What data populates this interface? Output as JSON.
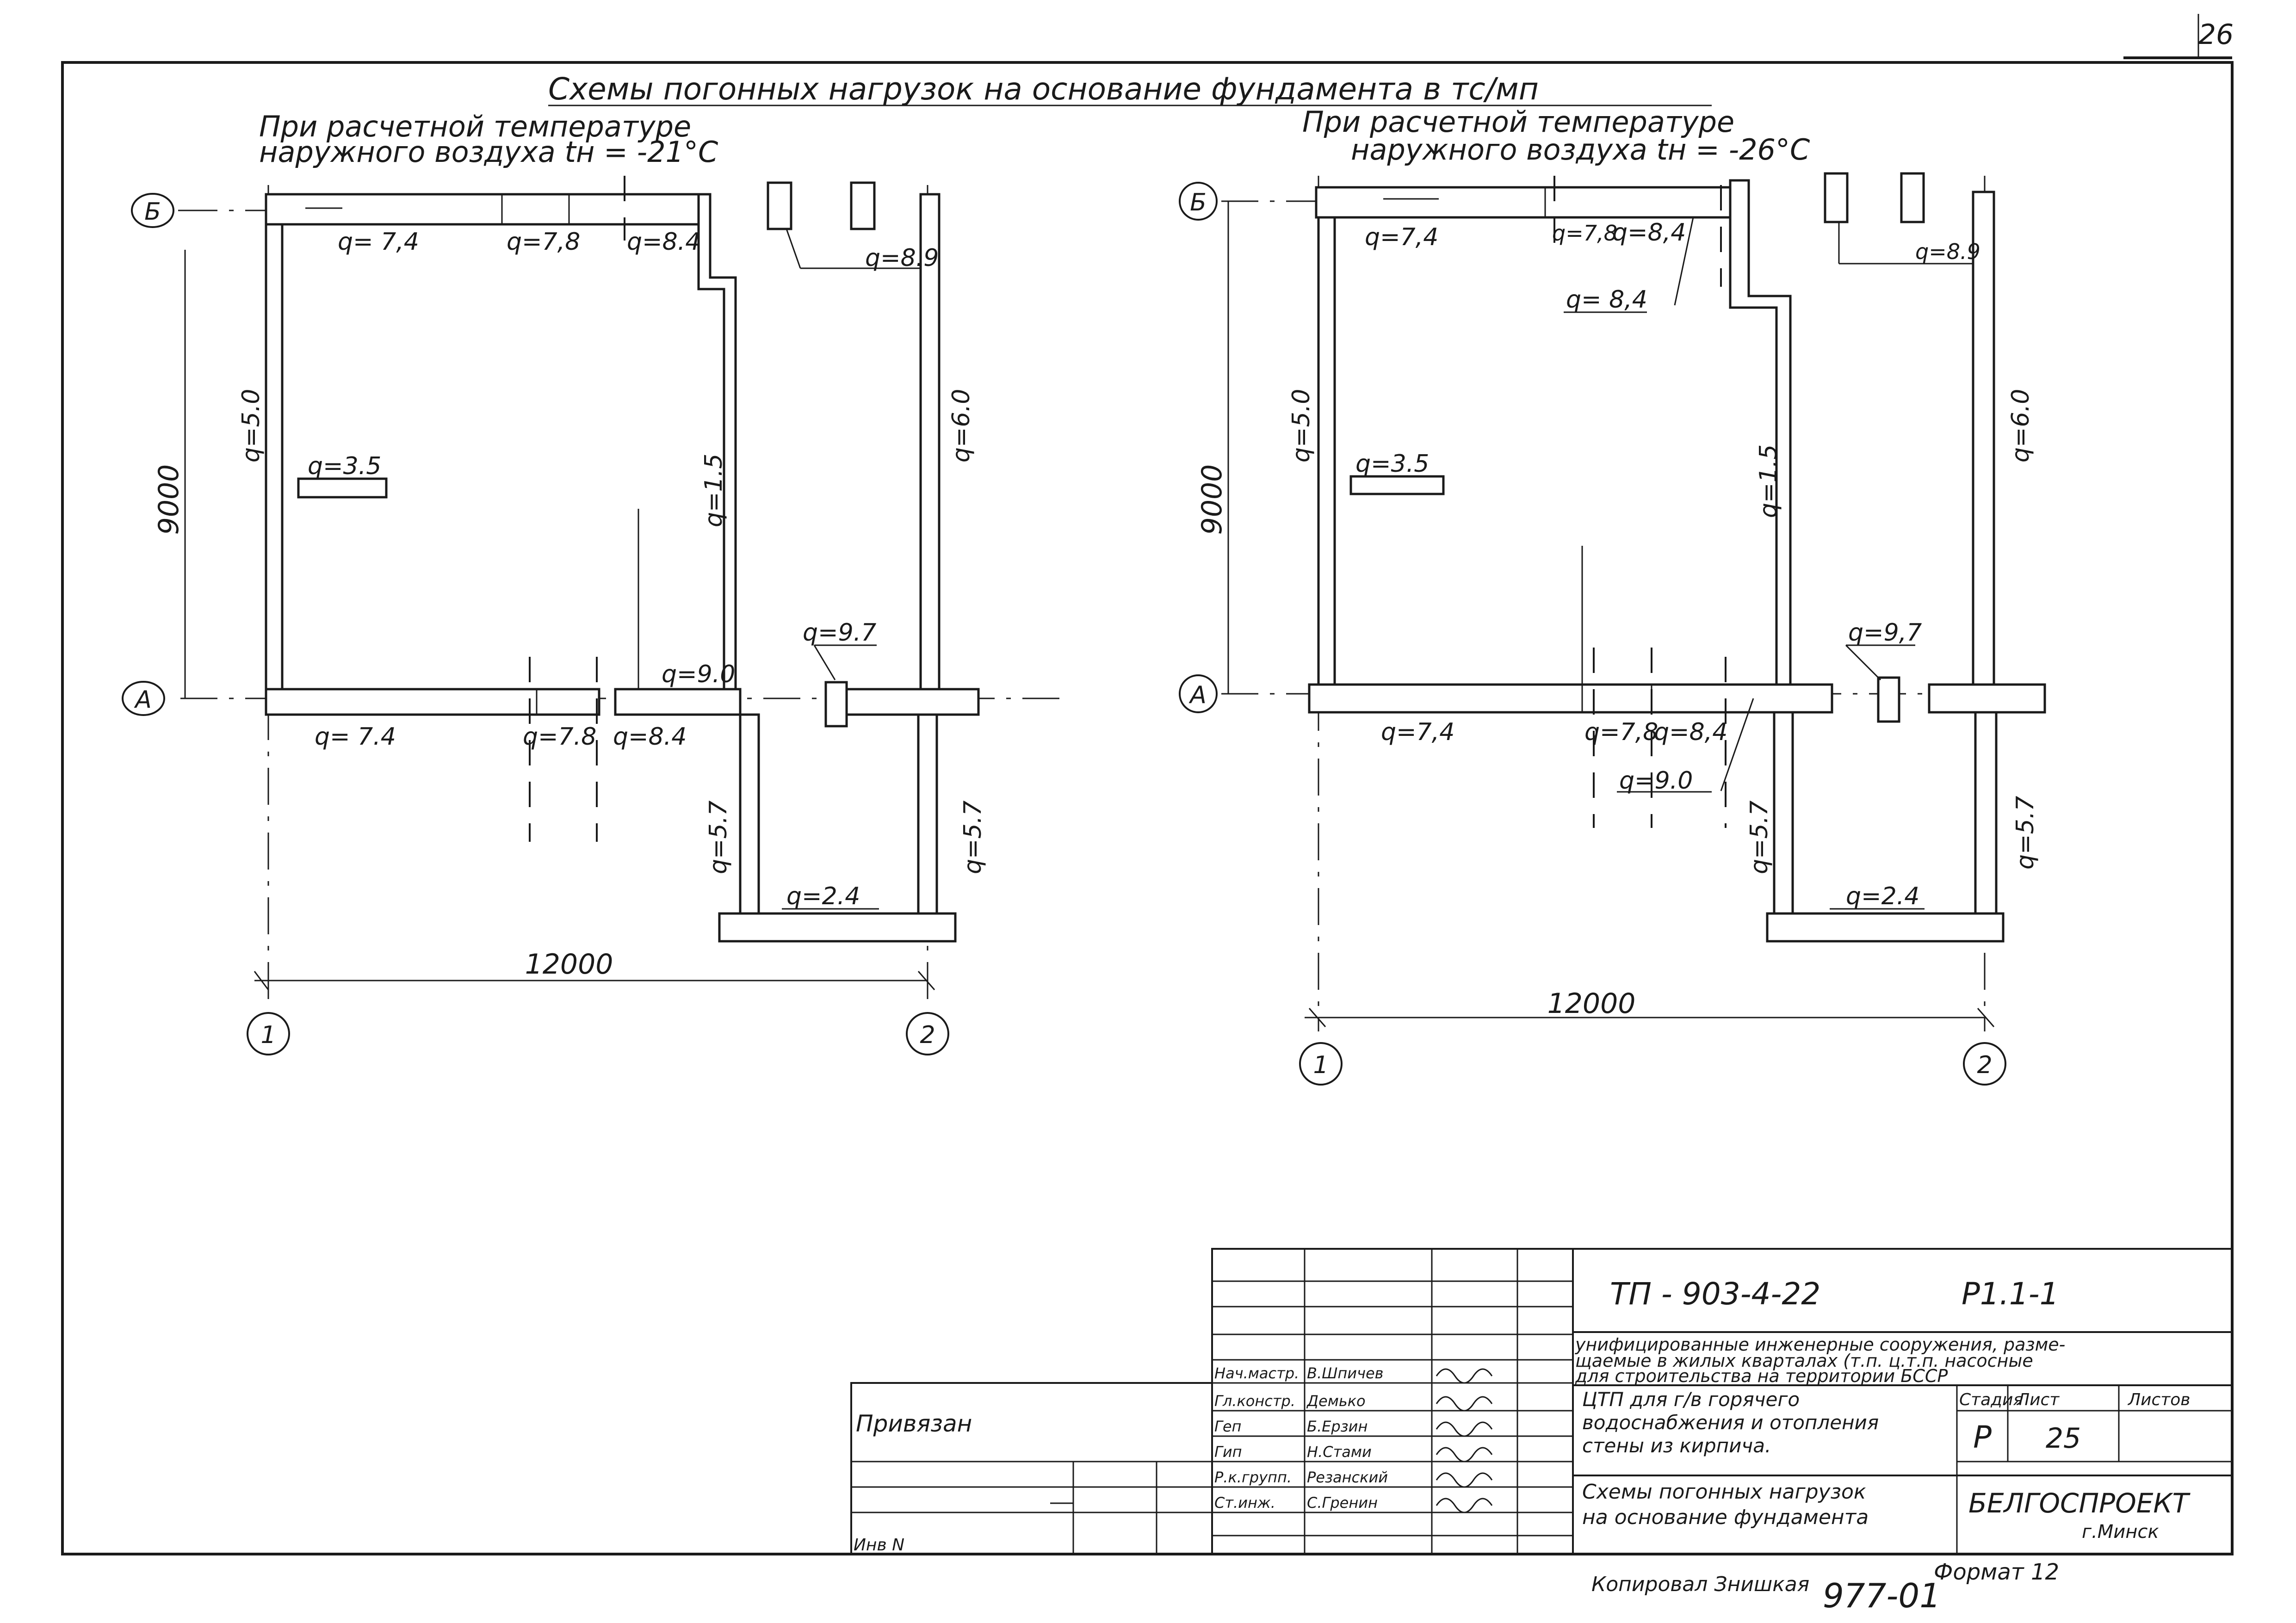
{
  "sheet": {
    "sheet_number": "26",
    "main_title": "Схемы погонных нагрузок на основание фундамента в тс/мп"
  },
  "plans": [
    {
      "heading_line1": "При расчетной температуре",
      "heading_line2": "наружного воздуха tн = -21°С",
      "axis_letter_top": "Б",
      "axis_letter_bottom": "А",
      "axis_num_left": "1",
      "axis_num_right": "2",
      "dim_vertical": "9000",
      "dim_horizontal": "12000",
      "loads": {
        "top_1": "q= 7,4",
        "top_2": "q=7,8",
        "top_3": "q=8.4",
        "vent": "q=8.9",
        "left": "q=5.0",
        "inner": "q=3.5",
        "mid": "q=1.5",
        "right": "q=6.0",
        "column": "q=9.7",
        "axisA": "q=9.0",
        "bot_1": "q= 7.4",
        "bot_2": "q=7.8",
        "bot_3": "q=8.4",
        "porch_left": "q=5.7",
        "porch_right": "q=5.7",
        "porch_bottom": "q=2.4"
      }
    },
    {
      "heading_line1": "При расчетной температуре",
      "heading_line2": "наружного воздуха tн = -26°С",
      "axis_letter_top": "Б",
      "axis_letter_bottom": "А",
      "axis_num_left": "1",
      "axis_num_right": "2",
      "dim_vertical": "9000",
      "dim_horizontal": "12000",
      "loads": {
        "top_1": "q=7,4",
        "top_2": "q=7,8",
        "top_3": "q=8,4",
        "top_4": "q= 8,4",
        "vent": "q=8.9",
        "left": "q=5.0",
        "inner": "q=3.5",
        "mid": "q=1.5",
        "right": "q=6.0",
        "column": "q=9,7",
        "bot_1": "q=7,4",
        "bot_2": "q=7,8",
        "bot_3": "q=8,4",
        "bot_4": "q=9.0",
        "porch_left": "q=5.7",
        "porch_right": "q=5.7",
        "porch_bottom": "q=2.4"
      }
    }
  ],
  "title_block": {
    "code": "ТП - 903-4-22",
    "section": "Р1.1-1",
    "project_line1": "унифицированные инженерные сооружения, разме-",
    "project_line2": "щаемые в жилых кварталах (т.п. ц.т.п. насосные",
    "project_line3": "для строительства на территории БССР",
    "object_line1": "ЦТП для г/в горячего",
    "object_line2": "водоснабжения и отопления",
    "object_line3": "стены из кирпича.",
    "sheet_title_line1": "Схемы погонных нагрузок",
    "sheet_title_line2": "на основание фундамента",
    "col_stage": "Стадия",
    "col_sheet": "Лист",
    "col_sheets": "Листов",
    "stage": "Р",
    "sheet": "25",
    "organization": "БЕЛГОСПРОЕКТ",
    "city": "г.Минск",
    "bound_label": "Привязан",
    "inv_label": "Инв N",
    "roles": [
      {
        "role": "Нач.мастр.",
        "name": "В.Шпичев"
      },
      {
        "role": "Гл.констр.",
        "name": "Демько"
      },
      {
        "role": "Геп",
        "name": "Б.Ерзин"
      },
      {
        "role": "Гип",
        "name": "Н.Стами"
      },
      {
        "role": "Р.к.групп.",
        "name": "Резанский"
      },
      {
        "role": "Ст.инж.",
        "name": "С.Гренин"
      }
    ],
    "copied": "Копировал Знишкая",
    "format": "Формат 12",
    "number": "977-01"
  }
}
